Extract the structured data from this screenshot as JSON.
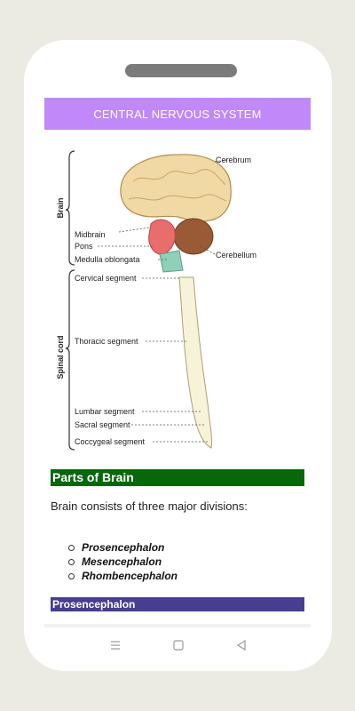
{
  "header": {
    "title": "CENTRAL NERVOUS SYSTEM"
  },
  "diagram": {
    "group_labels": [
      "Brain",
      "Spinal cord"
    ],
    "labels": [
      "Cerebrum",
      "Midbrain",
      "Pons",
      "Cerebellum",
      "Medulla oblongata",
      "Cervical segment",
      "Thoracic segment",
      "Lumbar segment",
      "Sacral segment",
      "Coccygeal segment"
    ]
  },
  "sections": {
    "parts": {
      "heading": "Parts of Brain",
      "intro": "Brain consists of three major divisions:"
    },
    "divisions": [
      "Prosencephalon",
      "Mesencephalon",
      "Rhombencephalon"
    ],
    "next_heading": "Prosencephalon"
  },
  "nav": {
    "icons": [
      "recent-apps-icon",
      "home-icon",
      "back-icon"
    ]
  },
  "colors": {
    "header": "#c088f8",
    "green_bar": "#08660b",
    "purple_bar": "#483e8f"
  }
}
